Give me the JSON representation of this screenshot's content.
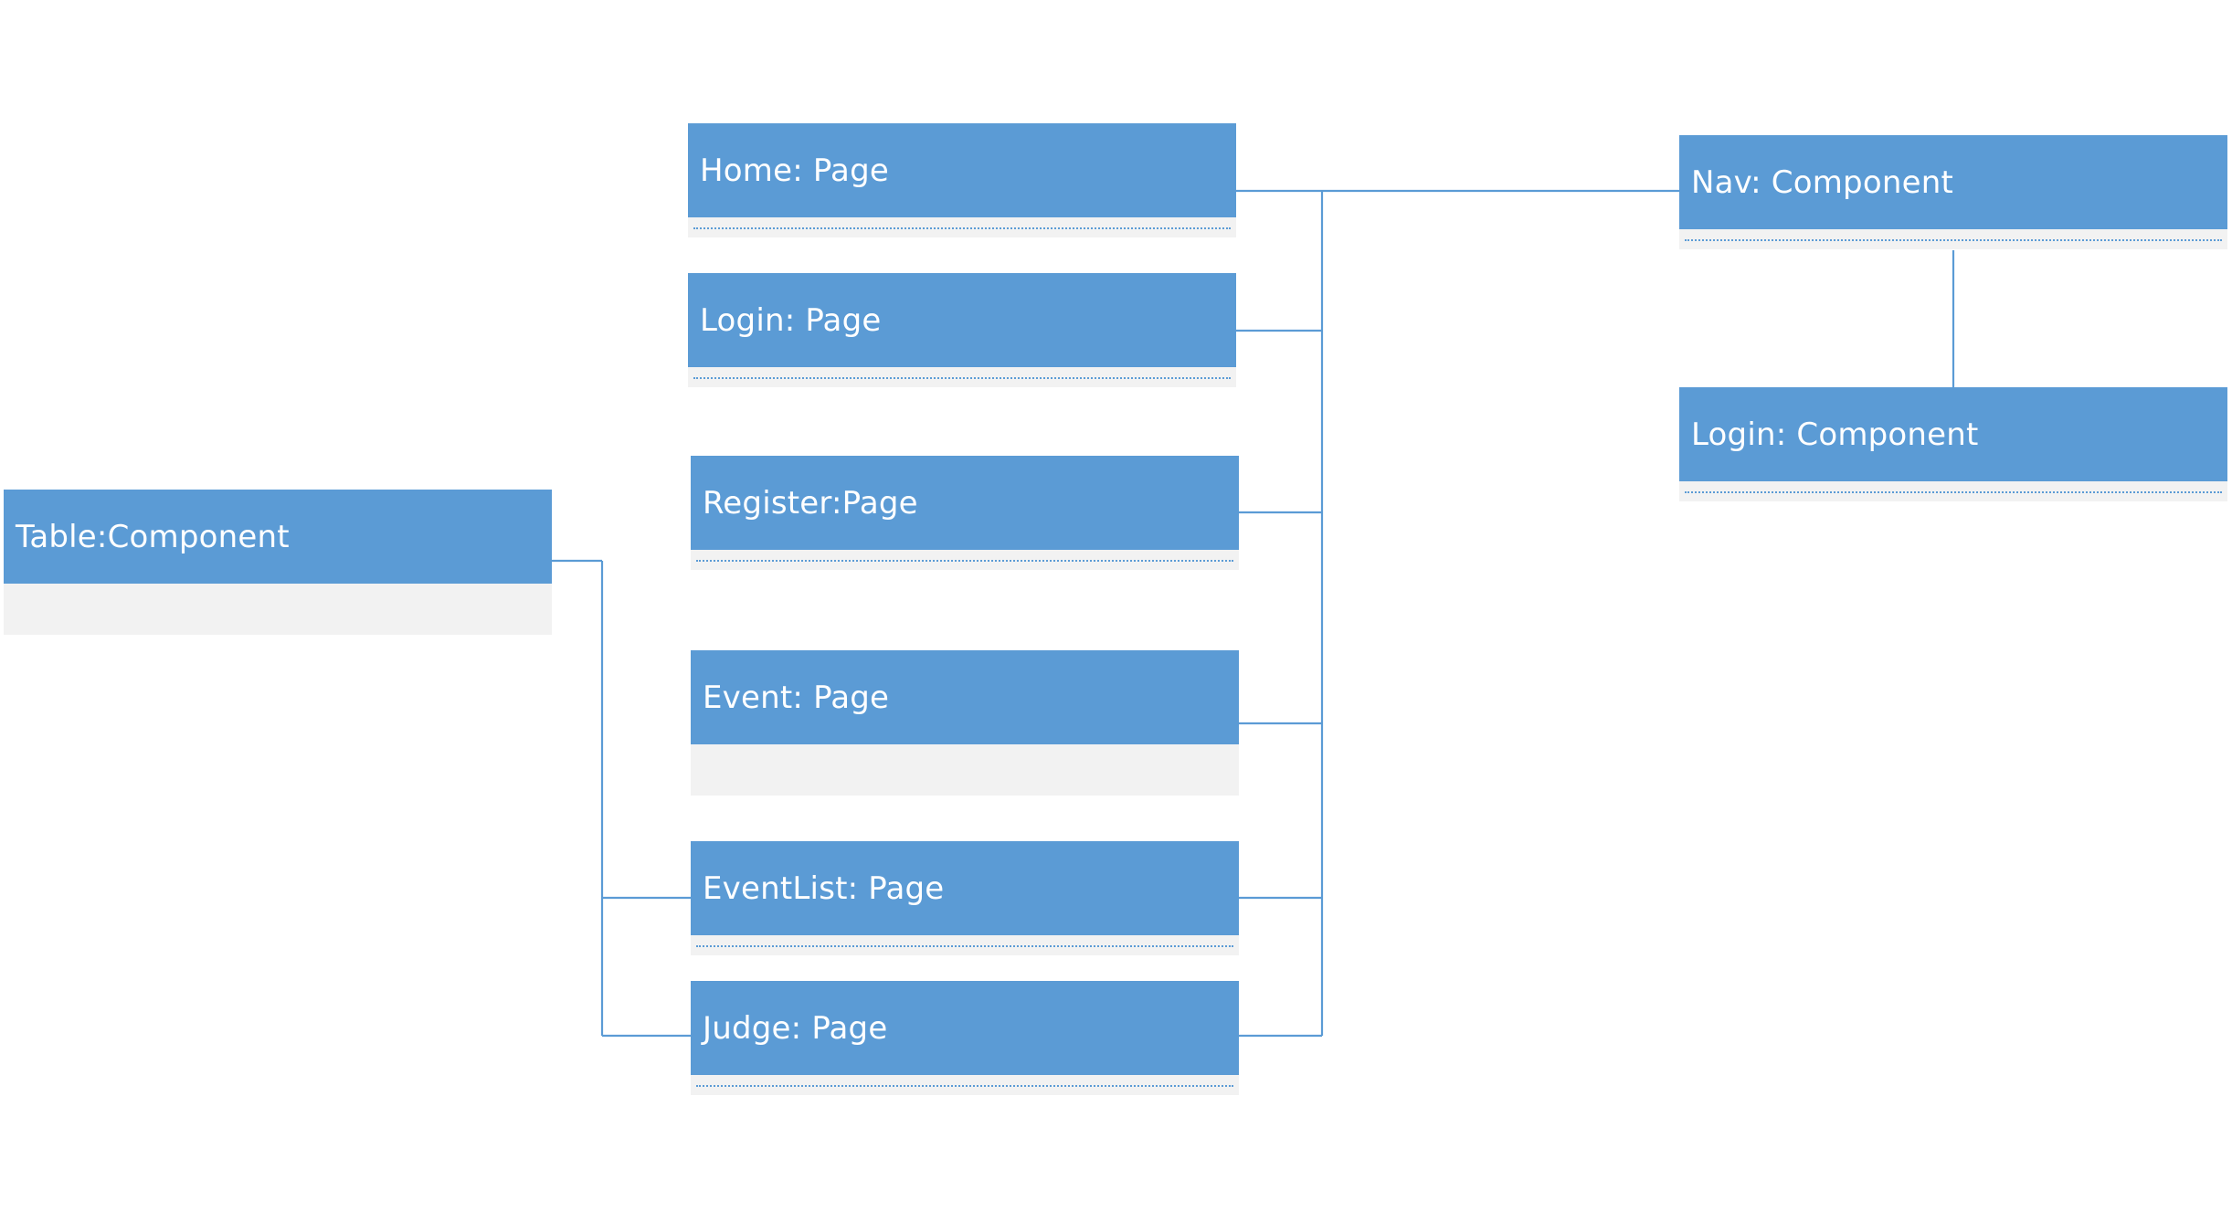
{
  "diagram": {
    "boxes": {
      "home_page": {
        "title": "Home: Page"
      },
      "login_page": {
        "title": "Login: Page"
      },
      "register_page": {
        "title": "Register:Page"
      },
      "event_page": {
        "title": "Event: Page"
      },
      "eventlist_page": {
        "title": "EventList: Page"
      },
      "judge_page": {
        "title": "Judge: Page"
      },
      "table_component": {
        "title": "Table:Component"
      },
      "nav_component": {
        "title": "Nav: Component"
      },
      "login_component": {
        "title": "Login: Component"
      }
    },
    "colors": {
      "header_fill": "#5b9bd5",
      "body_fill": "#f2f2f2",
      "connector": "#5b9bd5",
      "text": "#ffffff"
    }
  }
}
